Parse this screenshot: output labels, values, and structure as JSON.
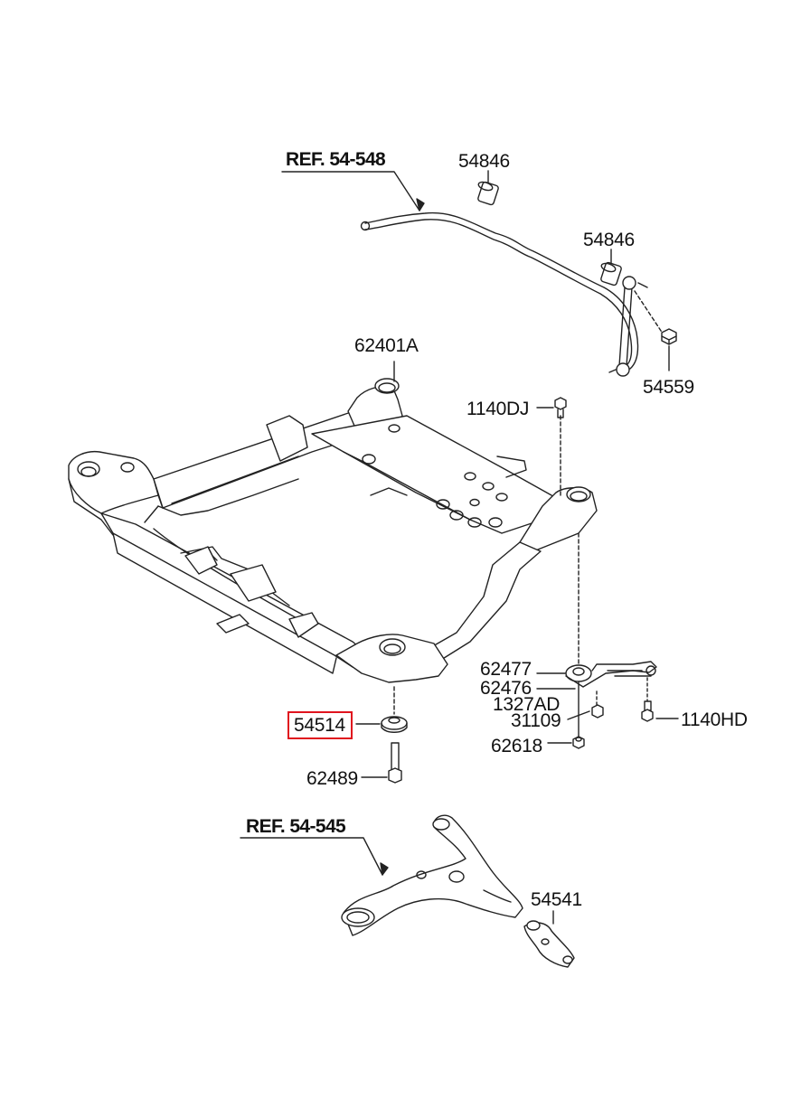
{
  "diagram": {
    "labels": {
      "ref_548": "REF. 54-548",
      "p54846_a": "54846",
      "p54846_b": "54846",
      "p54559": "54559",
      "p62401A": "62401A",
      "p1140DJ": "1140DJ",
      "p62477": "62477",
      "p62476": "62476",
      "p1327AD": "1327AD",
      "p31109": "31109",
      "p1140HD": "1140HD",
      "p62618": "62618",
      "p54514": "54514",
      "p62489": "62489",
      "ref_545": "REF. 54-545",
      "p54541": "54541"
    },
    "highlight_color": "#e0141e",
    "line_color": "#222222"
  }
}
